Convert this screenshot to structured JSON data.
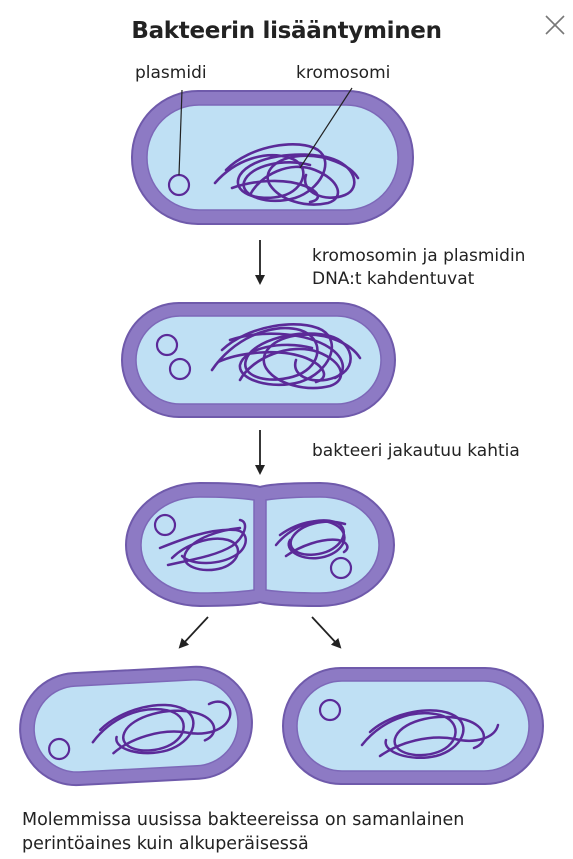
{
  "title": "Bakteerin lisääntyminen",
  "labels": {
    "plasmid": "plasmidi",
    "chromosome": "kromosomi"
  },
  "steps": {
    "step1_line1": "kromosomin ja plasmidin",
    "step1_line2": "DNA:t kahdentuvat",
    "step2": "bakteeri jakautuu kahtia"
  },
  "caption": {
    "line1": "Molemmissa uusissa bakteereissa on samanlainen",
    "line2": "perintöaines kuin alkuperäisessä"
  },
  "colors": {
    "membrane": "#8d7ac4",
    "membrane_stroke": "#6f5aab",
    "cytoplasm": "#bfe0f4",
    "dna": "#5b2a98",
    "arrow": "#222222"
  },
  "icons": {
    "close": "close-icon"
  }
}
